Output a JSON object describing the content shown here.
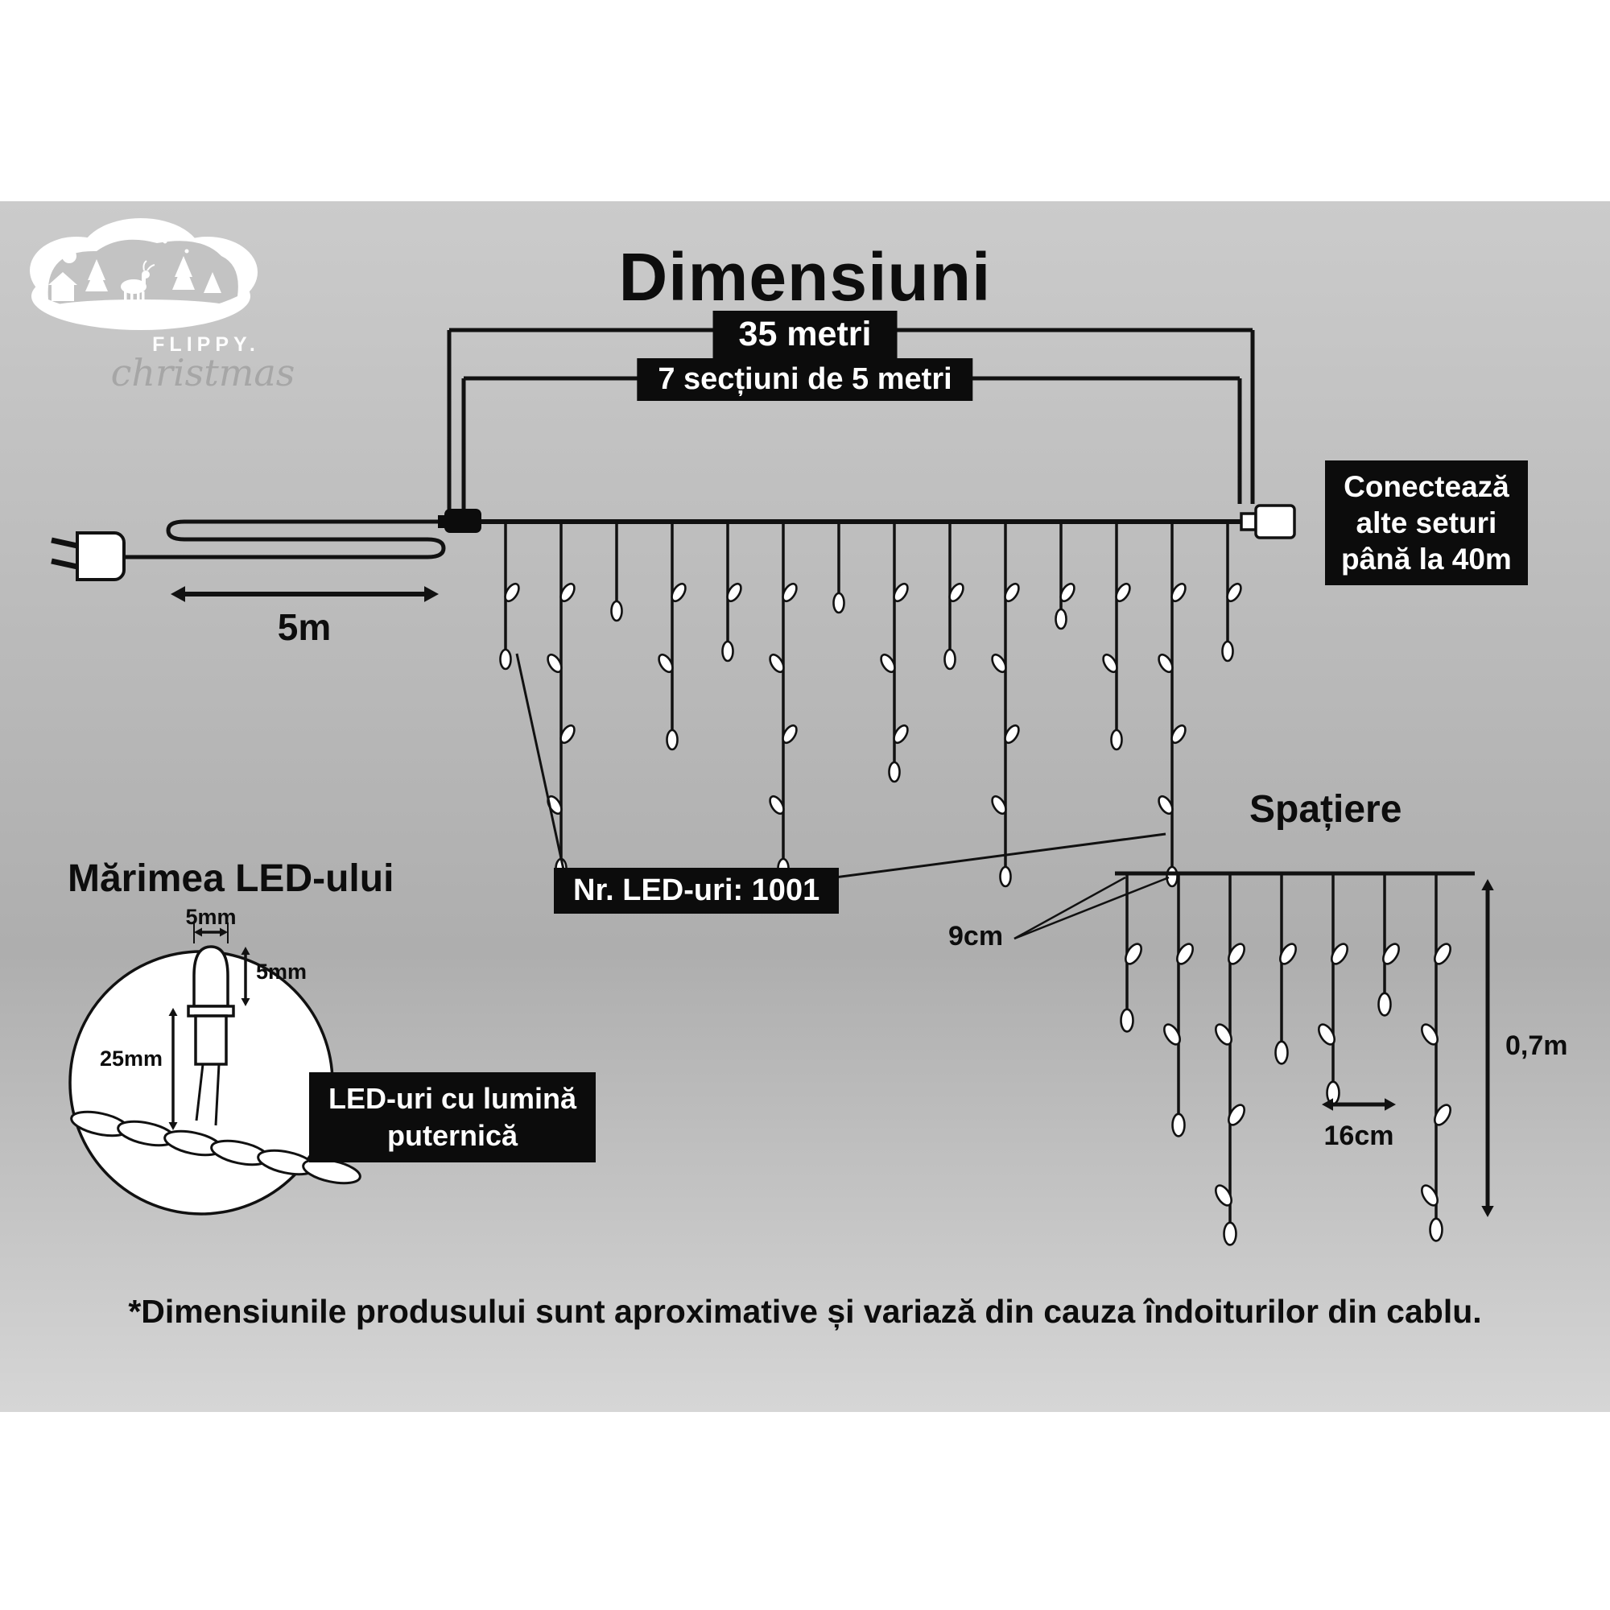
{
  "header": {
    "title": "Dimensiuni"
  },
  "logo": {
    "brand": "FLIPPY.",
    "script": "christmas"
  },
  "curtain": {
    "total_label": "35 metri",
    "sections_label": "7 secțiuni de 5 metri",
    "lead_label": "5m",
    "connector_note": [
      "Conectează",
      "alte seturi",
      "până la 40m"
    ],
    "led_count_label": "Nr. LED-uri: 1001"
  },
  "spacing": {
    "title": "Spațiere",
    "bulb_gap": "9cm",
    "drop_gap": "16cm",
    "drop_length": "0,7m"
  },
  "led": {
    "title": "Mărimea LED-ului",
    "bulb_width": "5mm",
    "bulb_height": "5mm",
    "total_length": "25mm",
    "note": [
      "LED-uri cu lumină",
      "puternică"
    ]
  },
  "footer": {
    "note": "*Dimensiunile produsului sunt aproximative și variază din cauza îndoiturilor din cablu."
  },
  "colors": {
    "box_bg": "#0c0c0c",
    "box_text": "#ffffff",
    "line": "#111111",
    "band_gray": "#bdbdbd"
  }
}
